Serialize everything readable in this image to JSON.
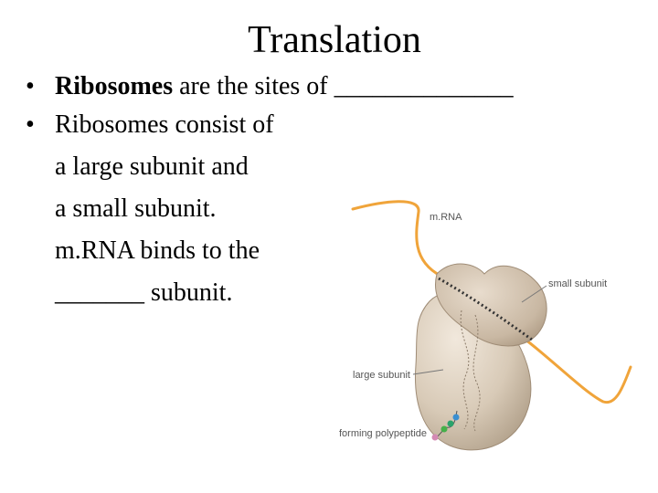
{
  "slide": {
    "title": "Translation",
    "bullets": [
      {
        "bold_term": "Ribosomes",
        "text": " are the sites of ______________"
      },
      {
        "lines": [
          "Ribosomes consist of",
          "a large subunit and",
          "a small subunit.",
          "m.RNA binds to the",
          "_______ subunit."
        ]
      }
    ],
    "bullet_symbol": "•"
  },
  "figure": {
    "labels": {
      "mrna": "m.RNA",
      "small_subunit": "small subunit",
      "large_subunit": "large subunit",
      "polypeptide": "forming polypeptide"
    },
    "colors": {
      "mrna": "#f0a43a",
      "ribosome": "#d9ccbb",
      "ribosome_shadow": "#b9a994",
      "polypeptide_beads": [
        "#3a8fd1",
        "#2aa36b",
        "#45b04a",
        "#d489b4"
      ]
    }
  }
}
